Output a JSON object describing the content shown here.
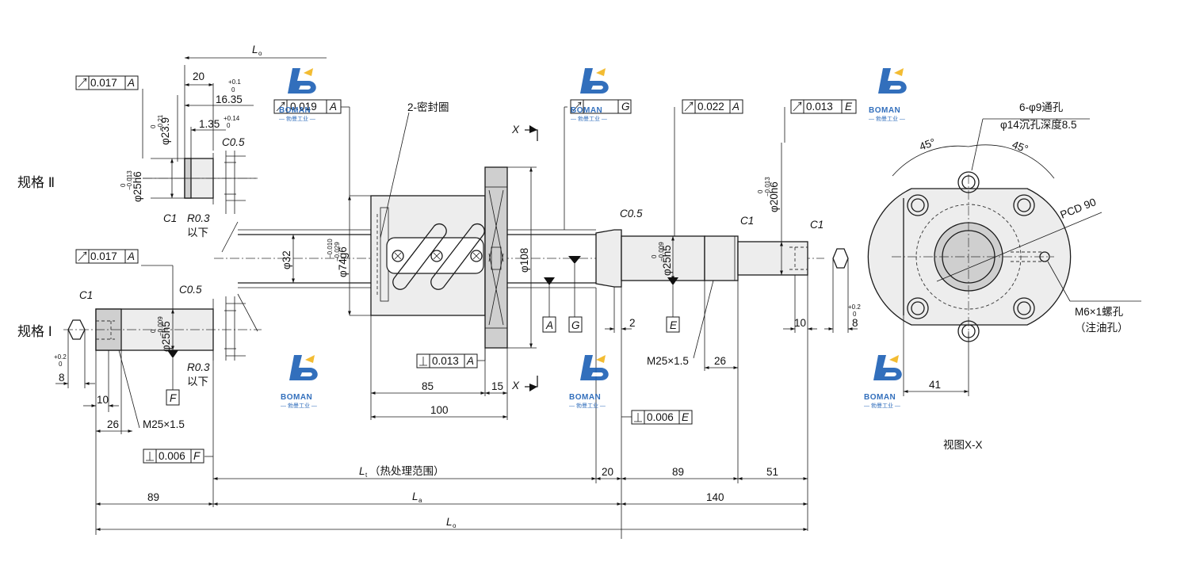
{
  "spec2": "规格 Ⅱ",
  "spec1": "规格 Ⅰ",
  "view": "视图X-X",
  "watermark": "BOMAN",
  "watermark_sub": "— 勃曼工业 —",
  "fcf": {
    "a": "0.017",
    "a_d": "A",
    "b": "0.019",
    "b_d": "A",
    "c": "0.022",
    "c_d": "A",
    "d": "0.013",
    "d_d": "E",
    "e": "0.017",
    "e_d": "A",
    "f": "0.013",
    "f_d": "A",
    "g": "0.006",
    "g_d": "E",
    "h": "0.006",
    "h_d": "F",
    "g2": "G"
  },
  "datums": {
    "A": "A",
    "G": "G",
    "E": "E",
    "F": "F"
  },
  "labels": {
    "L0": "L",
    "L0_sub": "o",
    "La": "L",
    "La_sub": "a",
    "Lt": "L",
    "Lt_sub": "t",
    "Lt_note": "（热处理范围）",
    "seal": "2-密封圈",
    "X": "X",
    "d20": "20",
    "d1635": "16.35",
    "t1635_up": "+0.1",
    "t1635_lo": "0",
    "d135": "1.35",
    "t135_up": "+0.14",
    "t135_lo": "0",
    "d239": "φ23.9",
    "t239_up": "0",
    "t239_lo": "−0.21",
    "c05a": "C0.5",
    "c05b": "C0.5",
    "c05c": "C0.5",
    "c1a": "C1",
    "c1b": "C1",
    "c1c": "C1",
    "c1d": "C1",
    "r03a": "R0.3",
    "r03b": "R0.3",
    "yixia": "以下",
    "yixia2": "以下",
    "d25h6": "φ25h6",
    "t25h6_up": "0",
    "t25h6_lo": "−0.013",
    "d25h5a": "φ25h5",
    "t25h5a_up": "0",
    "t25h5a_lo": "−0.009",
    "d25h5b": "φ25h5",
    "t25h5b_up": "0",
    "t25h5b_lo": "−0.009",
    "d20h6": "φ20h6",
    "t20h6_up": "0",
    "t20h6_lo": "−0.013",
    "d32": "φ32",
    "d74": "φ74g6",
    "t74_up": "−0.010",
    "t74_lo": "−0.029",
    "d108": "φ108",
    "d8a": "8",
    "t8a_up": "+0.2",
    "t8a_lo": "0",
    "d8b": "8",
    "t8b_up": "+0.2",
    "t8b_lo": "0",
    "d10a": "10",
    "d10b": "10",
    "d26a": "26",
    "d26b": "26",
    "m25a": "M25×1.5",
    "m25b": "M25×1.5",
    "d85": "85",
    "d15": "15",
    "d100": "100",
    "d2": "2",
    "d20b": "20",
    "d89a": "89",
    "d89b": "89",
    "d51": "51",
    "d140": "140",
    "d41": "41",
    "hole": "6-φ9通孔",
    "cbore": "φ14沉孔深度8.5",
    "ang1": "45°",
    "ang2": "45°",
    "pcd": "PCD 90",
    "m6": "M6×1螺孔",
    "oil": "（注油孔）"
  }
}
